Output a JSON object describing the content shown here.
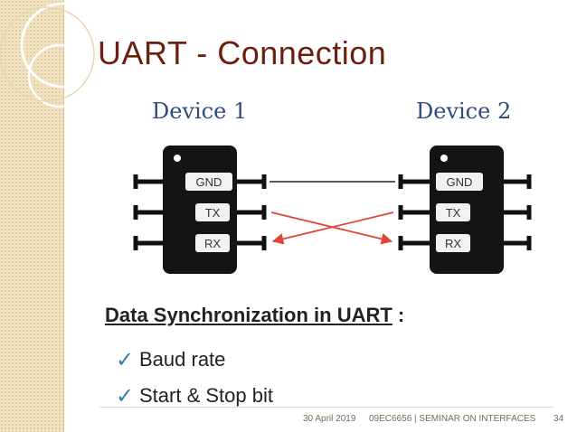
{
  "slide": {
    "title": "UART - Connection"
  },
  "diagram": {
    "device1_label": "Device 1",
    "device2_label": "Device 2",
    "device1_pins": [
      "GND",
      "TX",
      "RX"
    ],
    "device2_pins": [
      "GND",
      "TX",
      "RX"
    ],
    "crossover_color": "#e0453a",
    "ground_wire_color": "#222222"
  },
  "sync": {
    "heading_main": "Data Synchronization in UART",
    "heading_tail": " :",
    "items": [
      {
        "icon": "check-icon",
        "label": "Baud rate"
      },
      {
        "icon": "check-icon",
        "label": "Start & Stop bit"
      }
    ],
    "check_color": "#3a7fa8"
  },
  "footer": {
    "date": "30 April 2019",
    "course": "09EC6656 | SEMINAR ON INTERFACES",
    "page": "34"
  }
}
